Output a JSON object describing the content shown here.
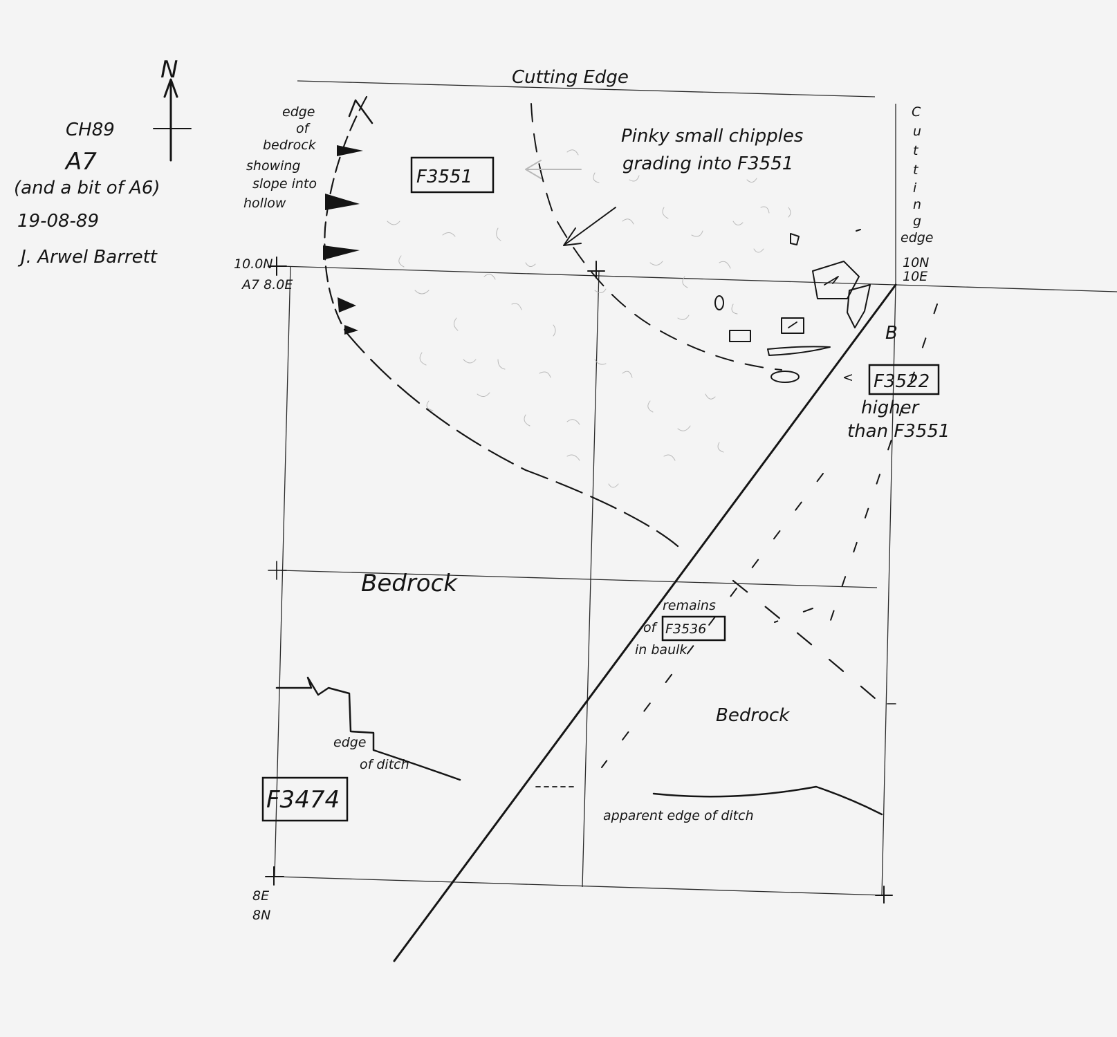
{
  "header": {
    "site": "CH89",
    "trench": "A7",
    "trench_note": "(and a bit of A6)",
    "date": "19-08-89",
    "author": "J. Arwel Barrett",
    "north_label": "N"
  },
  "labels": {
    "cutting_edge_top": "Cutting Edge",
    "cutting_edge_right": [
      "C",
      "u",
      "t",
      "t",
      "i",
      "n",
      "g"
    ],
    "edge_right": "edge",
    "edge_of_bedrock": [
      "edge",
      "of",
      "bedrock",
      "showing",
      "slope into",
      "hollow"
    ],
    "pinky": [
      "Pinky small chipples",
      "grading into F3551"
    ],
    "f3522_note": [
      "higher",
      "than F3551"
    ],
    "remains": [
      "remains",
      "of",
      "in baulk"
    ],
    "bedrock_1": "Bedrock",
    "bedrock_2": "Bedrock",
    "edge_of_ditch": [
      "edge",
      "of ditch"
    ],
    "apparent_edge": "apparent edge of ditch",
    "b_mark": "B"
  },
  "features": {
    "f3551": "F3551",
    "f3522": "F3522",
    "f3536": "F3536",
    "f3474": "F3474"
  },
  "coordinates": {
    "nw_a": "10.0N",
    "nw_b": "A7 8.0E",
    "ne_a": "10N",
    "ne_b": "10E",
    "sw_a": "8E",
    "sw_b": "8N"
  }
}
